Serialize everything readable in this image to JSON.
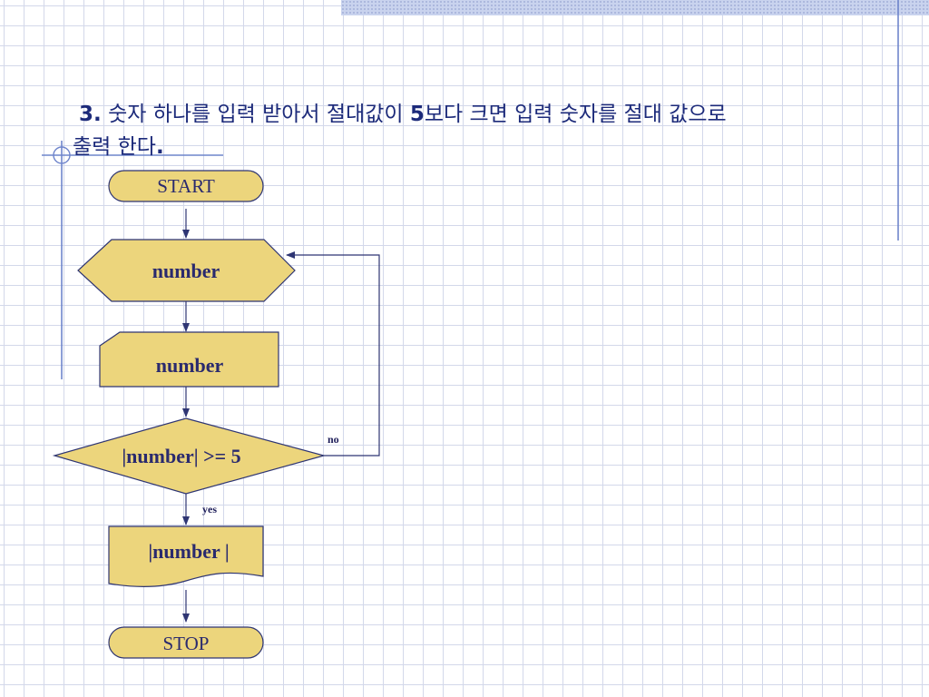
{
  "title": {
    "number": "3.",
    "part1": "숫자 하나를 입력 받아서 절대값이",
    "highlight": "5",
    "part2": "보다 크면 입력 숫자를  절대 값으로",
    "part3": "출력 한다",
    "period": "."
  },
  "flowchart": {
    "start_label": "START",
    "input_label": "number",
    "manual_input_label": "number",
    "decision_label": "|number| >= 5",
    "output_label": "|number |",
    "stop_label": "STOP",
    "yes_label": "yes",
    "no_label": "no"
  },
  "colors": {
    "shape_fill": "#ecd57c",
    "shape_stroke": "#2e3573",
    "connector": "#2e3573",
    "title_text": "#1c2a7a",
    "grid": "#d3d8ea",
    "decor_line": "#6f85cc"
  }
}
